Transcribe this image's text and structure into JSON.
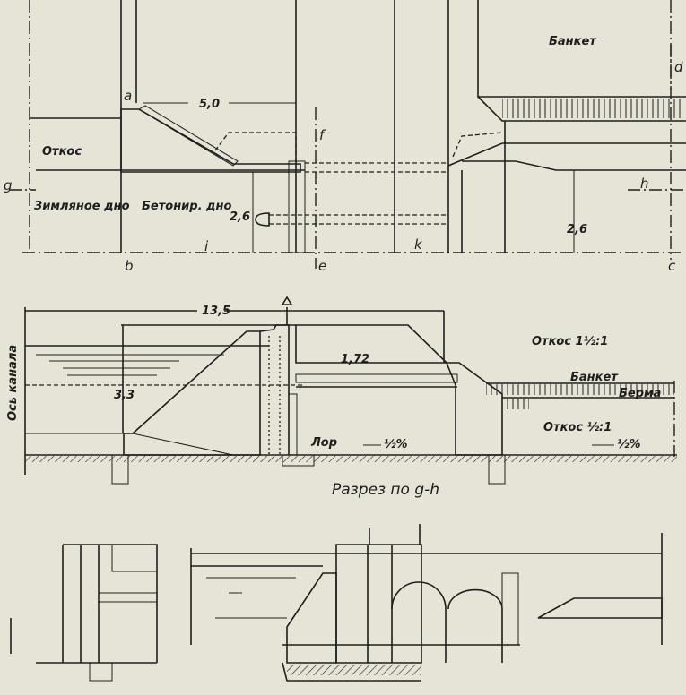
{
  "plan": {
    "labels": {
      "banket": "Банкет",
      "a": "a",
      "b": "b",
      "c": "c",
      "d": "d",
      "e": "e",
      "f": "f",
      "g": "g",
      "h": "h",
      "i": "i",
      "k": "k",
      "width_5": "5,0",
      "otkos": "Откос",
      "earth_bottom": "Зимляное дно",
      "concrete_bottom": "Бетонир. дно",
      "depth_left": "2,6",
      "depth_right": "2,6"
    }
  },
  "section": {
    "labels": {
      "length": "13,5",
      "axis": "Ось канала",
      "height": "3,3",
      "fill_height": "1,72",
      "slope_top": "Откос 1½:1",
      "banket": "Банкет",
      "berma": "Берма",
      "slope_bottom": "Откос ½:1",
      "lor": "Лор",
      "grade_left": "½%",
      "grade_right": "½%"
    },
    "caption": "Разрез по g-h"
  }
}
